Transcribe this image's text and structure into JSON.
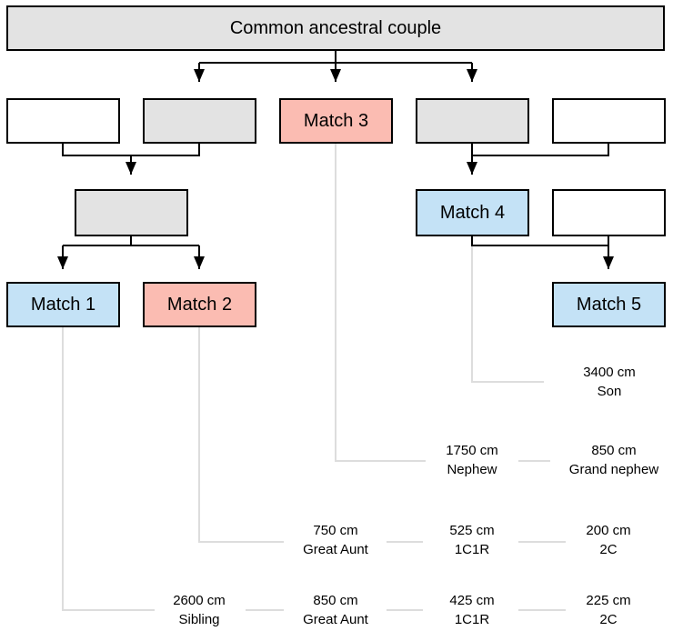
{
  "colors": {
    "ancestor": "#e3e3e3",
    "red_match": "#fbbcb2",
    "blue_match": "#c4e2f6",
    "empty": "#ffffff",
    "line": "#000000",
    "guide": "#dddddd"
  },
  "root": {
    "label": "Common ancestral couple"
  },
  "matches": {
    "m1": {
      "label": "Match 1",
      "color": "blue"
    },
    "m2": {
      "label": "Match 2",
      "color": "red"
    },
    "m3": {
      "label": "Match 3",
      "color": "red"
    },
    "m4": {
      "label": "Match 4",
      "color": "blue"
    },
    "m5": {
      "label": "Match 5",
      "color": "blue"
    }
  },
  "relationships": {
    "son": {
      "cm": "3400 cm",
      "rel": "Son"
    },
    "nephew": {
      "cm": "1750 cm",
      "rel": "Nephew"
    },
    "grand_nephew": {
      "cm": "850 cm",
      "rel": "Grand nephew"
    },
    "great_aunt_a": {
      "cm": "750 cm",
      "rel": "Great Aunt"
    },
    "c1r_a": {
      "cm": "525 cm",
      "rel": "1C1R"
    },
    "c2_a": {
      "cm": "200 cm",
      "rel": "2C"
    },
    "sibling": {
      "cm": "2600 cm",
      "rel": "Sibling"
    },
    "great_aunt_b": {
      "cm": "850 cm",
      "rel": "Great Aunt"
    },
    "c1r_b": {
      "cm": "425 cm",
      "rel": "1C1R"
    },
    "c2_b": {
      "cm": "225 cm",
      "rel": "2C"
    }
  }
}
